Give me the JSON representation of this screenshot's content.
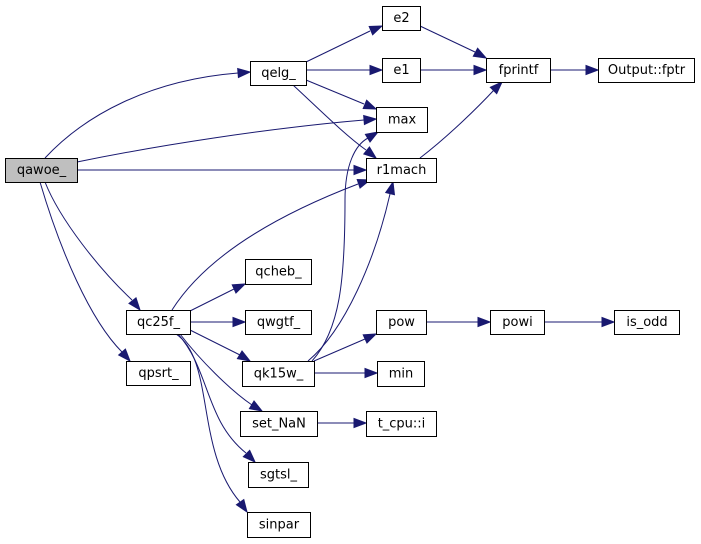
{
  "graph": {
    "title": "Call graph of qawoe_",
    "root": "qawoe_",
    "colors": {
      "edge": "#191970",
      "root_fill": "#bfbfbf",
      "node_fill": "#ffffff",
      "node_border": "#000000"
    },
    "nodes": [
      {
        "id": "qawoe_",
        "label": "qawoe_",
        "root": true
      },
      {
        "id": "qelg_",
        "label": "qelg_"
      },
      {
        "id": "e2",
        "label": "e2"
      },
      {
        "id": "e1",
        "label": "e1"
      },
      {
        "id": "max",
        "label": "max"
      },
      {
        "id": "r1mach",
        "label": "r1mach"
      },
      {
        "id": "fprintf",
        "label": "fprintf"
      },
      {
        "id": "output_fptr",
        "label": "Output::fptr"
      },
      {
        "id": "qc25f_",
        "label": "qc25f_"
      },
      {
        "id": "qpsrt_",
        "label": "qpsrt_"
      },
      {
        "id": "qcheb_",
        "label": "qcheb_"
      },
      {
        "id": "qwgtf_",
        "label": "qwgtf_"
      },
      {
        "id": "qk15w_",
        "label": "qk15w_"
      },
      {
        "id": "set_NaN",
        "label": "set_NaN"
      },
      {
        "id": "sgtsl_",
        "label": "sgtsl_"
      },
      {
        "id": "sinpar",
        "label": "sinpar"
      },
      {
        "id": "pow",
        "label": "pow"
      },
      {
        "id": "min",
        "label": "min"
      },
      {
        "id": "t_cpu_i",
        "label": "t_cpu::i"
      },
      {
        "id": "powi",
        "label": "powi"
      },
      {
        "id": "is_odd",
        "label": "is_odd"
      }
    ],
    "edges": [
      {
        "from": "qawoe_",
        "to": "qelg_"
      },
      {
        "from": "qawoe_",
        "to": "max"
      },
      {
        "from": "qawoe_",
        "to": "r1mach"
      },
      {
        "from": "qawoe_",
        "to": "qc25f_"
      },
      {
        "from": "qawoe_",
        "to": "qpsrt_"
      },
      {
        "from": "qelg_",
        "to": "e2"
      },
      {
        "from": "qelg_",
        "to": "e1"
      },
      {
        "from": "qelg_",
        "to": "max"
      },
      {
        "from": "qelg_",
        "to": "r1mach"
      },
      {
        "from": "e2",
        "to": "fprintf"
      },
      {
        "from": "e1",
        "to": "fprintf"
      },
      {
        "from": "r1mach",
        "to": "fprintf"
      },
      {
        "from": "fprintf",
        "to": "output_fptr"
      },
      {
        "from": "qc25f_",
        "to": "r1mach"
      },
      {
        "from": "qc25f_",
        "to": "qcheb_"
      },
      {
        "from": "qc25f_",
        "to": "qwgtf_"
      },
      {
        "from": "qc25f_",
        "to": "qk15w_"
      },
      {
        "from": "qc25f_",
        "to": "set_NaN"
      },
      {
        "from": "qc25f_",
        "to": "sgtsl_"
      },
      {
        "from": "qc25f_",
        "to": "sinpar"
      },
      {
        "from": "qk15w_",
        "to": "max"
      },
      {
        "from": "qk15w_",
        "to": "r1mach"
      },
      {
        "from": "qk15w_",
        "to": "pow"
      },
      {
        "from": "qk15w_",
        "to": "min"
      },
      {
        "from": "set_NaN",
        "to": "t_cpu_i"
      },
      {
        "from": "pow",
        "to": "powi"
      },
      {
        "from": "powi",
        "to": "is_odd"
      }
    ]
  }
}
